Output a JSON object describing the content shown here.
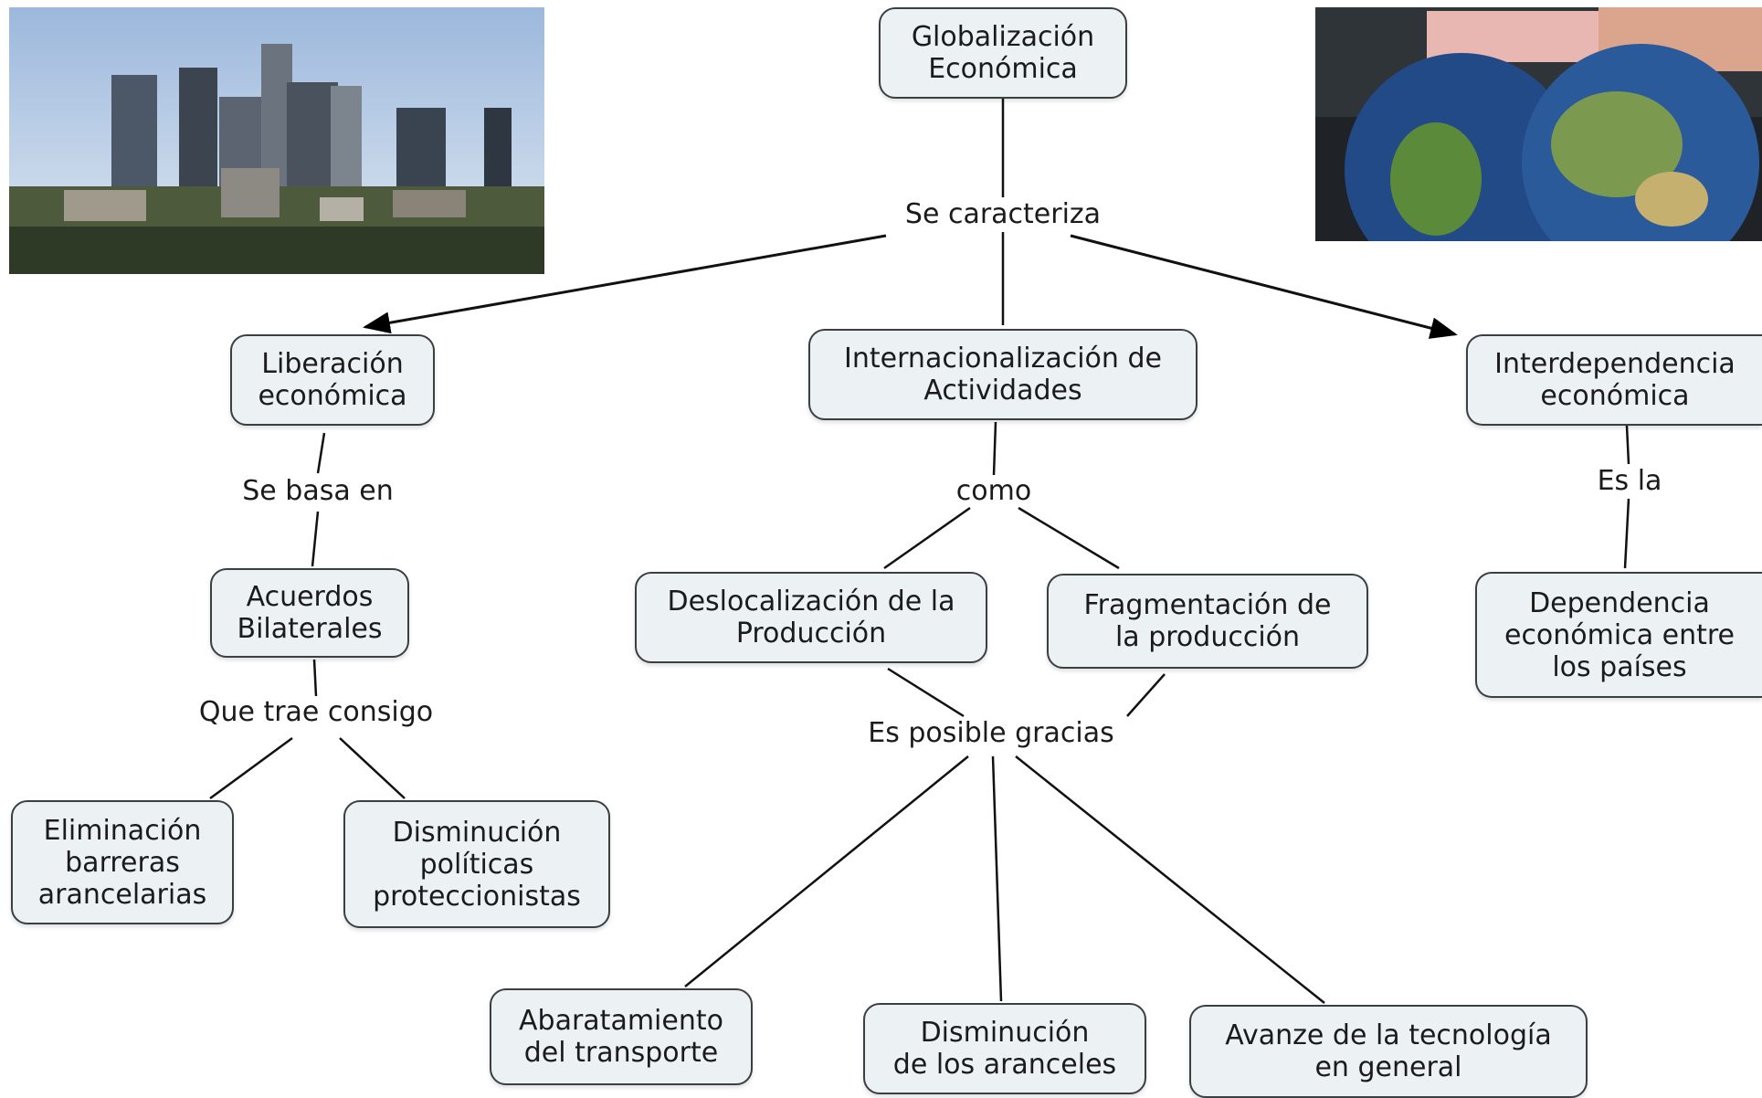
{
  "nodes": {
    "root": "Globalización\nEconómica",
    "liberacion": "Liberación\neconómica",
    "internacionalizacion": "Internacionalización de\nActividades",
    "interdependencia": "Interdependencia\neconómica",
    "acuerdos": "Acuerdos\nBilaterales",
    "deslocalizacion": "Deslocalización de la\nProducción",
    "fragmentacion": "Fragmentación de\nla producción",
    "dependencia": "Dependencia\neconómica entre\nlos países",
    "eliminacion": "Eliminación\nbarreras\narancelarias",
    "disminucion_politicas": "Disminución\npolíticas\nproteccionistas",
    "abaratamiento": "Abaratamiento\ndel transporte",
    "disminucion_aranceles": "Disminución\nde los aranceles",
    "avanze": "Avanze de la tecnología\nen general"
  },
  "links": {
    "se_caracteriza": "Se caracteriza",
    "se_basa_en": "Se basa en",
    "como": "como",
    "es_la": "Es la",
    "que_trae_consigo": "Que trae consigo",
    "es_posible_gracias": "Es posible gracias"
  },
  "images": {
    "left": "city-skyline-photo",
    "right": "globe-with-banknote-photo"
  }
}
